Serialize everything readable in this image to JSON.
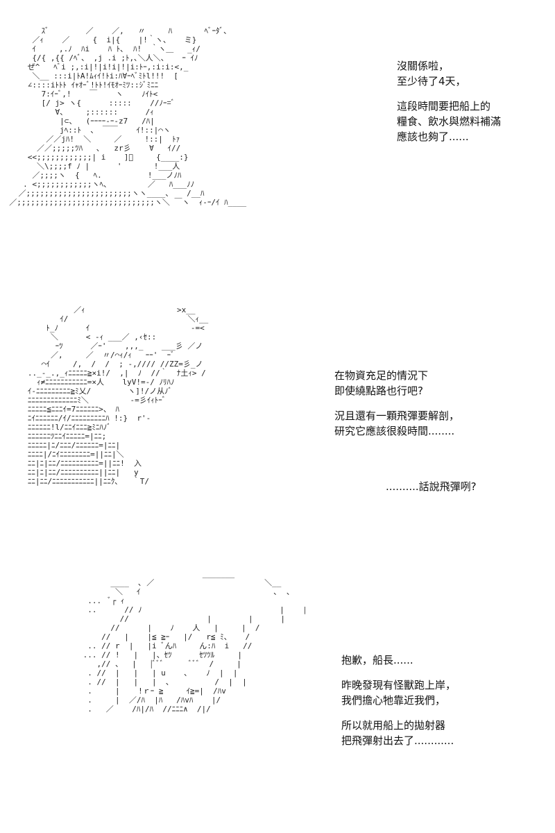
{
  "panels": [
    {
      "lines": [
        "沒關係啦，",
        "至少待了4天，",
        "",
        "這段時間要把船上的",
        "糧食、飲水與燃料補滿",
        "應該也夠了......"
      ],
      "art": "         ｽﾞ        ／    ／,   〃     ﾊ       ﾍﾞｰﾀﾞ、\n       ／ｨ    ／     {  i|{    |!｀ヽ、   ミ}\n       ｲ     ,.ﾉ  ﾊi    ﾊ ﾄ､  ﾊ!  ｀ヽ＿   _ｨ/\n       {/{ ,{{ /ﾍﾞ、 ,j .i ;ﾄ,､＼人＼、   ｰ ｲﾉ\n      ぜ^   ﾍﾞi ;,:i|!|i!i|!|i:ﾄｰ,:i:i:<,_\n       ＼__ :::i|ﾄA!ﾑｨｲ!ﾄi:ﾊ∀ｰﾍﾞﾐﾄl!!!  [\n      ∠::::iﾄﾄﾄ ｲｬｵｰﾞ!ﾄﾄ!ｲﾓｵｰﾐﾂ::ｼﾞﾐﾆﾆ\n         7:ｲｰﾞ,!    ￣    ヽ    ﾉｲﾄ<\n         [/ j> ヽ{      :::::    //ﾉｰ=ﾞ\n            ∀、    ;::::::      /ｨ\n             |⊂、  (ｰｰｰｰ-ｰ-z7   /ﾊ|\n             jﾍ::ﾄ  、 ￣￣    ｲ!::|⌒ヽ\n          ／／jﾊ!  ＼     ／     !::|  ﾄｧ\n        ／／;;;;;ﾂﾊ   ､   zr彡    ∀   ｲ//\n      <<;;;;;;;;;;;;| i    ]ﾞ     {____:}\n        ＼\\;;;;f ﾉ |      '       !___人\n       ／;;;;ヽ  {   ﾍ.          !___ノﾉﾊ\n     . <;;;;;;;;;;;;ヽﾍ、        ／   ﾊ___ﾉﾉ\n    ／;;;;;;;;;;;;;;;;;;;;;;;ヽヽ____、   /__ﾊ\n  ／;;;;;;;;;;;;;;;;;;;;;;;;;;;;;;ヽ＼ ￣ヽ  ｨ-ｰ/ｲ ﾊ____"
    },
    {
      "lines": [
        "在物資充足的情況下",
        "即使繞點路也行吧?",
        "",
        "況且還有一顆飛彈要解剖，",
        "研究它應該很殺時間........",
        "",
        "",
        "..........話說飛彈咧?"
      ],
      "art": "             ／ｨ                    >x__\n          ｲ/                          ＼ｨ__\n       ﾄ_ﾉ      ｲ                      -=<\n        ＼      < -ｨ ___／ ,‹ｾ::\n         ｰﾂ      ／ｰ'    ,,,_    ___彡 ／ノ\n        ／,     ／  〃/⌒ｨ/ｨ   ｰｰ'  ｰﾞ\n      ⌒ｲ     /,  /  /  ; -,//// //ZZ=彡_ノ\n   .._-_.,_ｨﾆﾆﾆﾆﾆ≧×i!/  ,|  ﾉ  //｀  ﾅ土ｨ> /\n     ｨ≠ﾆﾆﾆﾆﾆﾆﾆﾆﾆﾆﾆ=×人    lyV!=-/ ﾉﾘﾊﾉ\n   ｲ-ﾆﾆﾆﾆﾆﾆﾆﾆﾆ≧ﾐ乂/        ヽ]!/ノ从ﾉﾞ\n   ﾆﾆﾆﾆﾆﾆﾆﾆﾆﾆﾆﾆﾆﾐ＼         -=彡ｲｨﾄｰﾞ\n   ﾆﾆﾆﾆﾆ≦ﾆﾆﾆｲ=7ﾆﾆﾆﾆﾆﾆ>、 ﾊ\n   ﾆｲﾆﾆﾆﾆﾆﾆ/ｲ/ﾆﾆﾆﾆﾆﾆﾆﾆﾆﾊ !:}  r'-\n   ﾆﾆﾆﾆﾆﾆ!l/ﾆﾆｲﾆﾆﾆ≧ﾐﾆﾊﾉﾞ\n   ﾆﾆﾆﾆﾆﾆﾂﾆﾆｲﾆﾆﾆﾆﾆ=|ﾆﾆ;\n   ﾆﾆﾆﾆﾆ|ﾆ/ﾆﾆﾆ/ﾆﾆﾆﾆﾆﾆ=|ﾆﾆ|\n   ﾆﾆﾆﾆ|/ﾆｲﾆﾆﾆﾆﾆﾆﾆﾆ=||ﾆﾆ|＼\n   ﾆﾆ|ﾆ|ﾆﾆ/ﾆﾆﾆﾆﾆﾆﾆﾆﾆﾆ=||ﾆﾆ!  入\n   ﾆﾆ|ﾆ|ﾆﾆ/ﾆﾆﾆﾆﾆﾆﾆﾆﾆﾆ||ﾆﾆ|   y\n   ﾆﾆ|ﾆﾆ/ﾆﾆﾆﾆﾆﾆﾆﾆﾆﾆﾆ||ﾆﾆｸ､   ｀T/"
    },
    {
      "lines": [
        "抱歉，船長......",
        "",
        "昨晚發現有怪獸跑上岸，",
        "我們擔心牠靠近我們，",
        "",
        "所以就用船上的拋射器",
        "把飛彈射出去了............"
      ],
      "art": "                                   _______\n               ____  ､ ／                        ＼__\n                ＼   ｲ                             ､  ､\n          ...  ﾞ┌ ｨ\n          ..      // ﾉ                              |    |\n                 //                 |        |      |    |\n               //      |    ﾉ    人   |     |  /\n             //   |    |≦ ≧ｰ   |/   r≦ ﾐ、   /\n          .. // r  |   |i ﾞんﾊ     ん:ﾊ  i   //\n         ... // !   |   |、ｾﾂ      ｾﾂﾂﾙ     |\n            ,// 、  |   |ﾞﾞﾞ      ﾞﾞﾞ  /     |\n          . //  |   |   | u    ､    ﾉ  |  |\n          . //  |   |   |  、         /  |  |\n          .     |    !ｒｰ ≧     ｲ≧=|  /ﾊv\n          .     |  ／/ﾊ  |ﾊ   /ﾊvﾊ    |/\n          .   ／    /ﾊ|/ﾊ  //ﾆﾆﾆ∧  /|/"
    }
  ]
}
